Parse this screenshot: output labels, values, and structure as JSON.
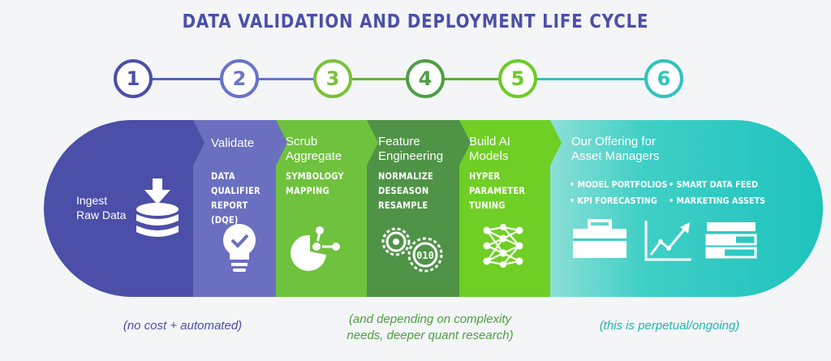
{
  "title": "DATA VALIDATION AND DEPLOYMENT LIFE CYCLE",
  "steps": [
    {
      "number": "1",
      "color": "#4b4fa8"
    },
    {
      "number": "2",
      "color": "#6a73c6"
    },
    {
      "number": "3",
      "color": "#78c23b"
    },
    {
      "number": "4",
      "color": "#4f9d43"
    },
    {
      "number": "5",
      "color": "#6bcc22"
    },
    {
      "number": "6",
      "color": "#2fc3bf"
    }
  ],
  "stages": {
    "ingest": {
      "label_line1": "Ingest",
      "label_line2": "Raw Data",
      "color": "#4b4fa8"
    },
    "validate": {
      "head": "Validate",
      "sub_line1": "DATA QUALIFIER",
      "sub_line2": "REPORT (DQE)",
      "color": "#6a6fc0"
    },
    "scrub": {
      "head_line1": "Scrub",
      "head_line2": "Aggregate",
      "sub_line1": "SYMBOLOGY",
      "sub_line2": "MAPPING",
      "color": "#6fc23d"
    },
    "feature": {
      "head_line1": "Feature",
      "head_line2": "Engineering",
      "sub_line1": "NORMALIZE",
      "sub_line2": "DESEASON",
      "sub_line3": "RESAMPLE",
      "color": "#4f9347"
    },
    "build": {
      "head_line1": "Build AI",
      "head_line2": "Models",
      "sub_line1": "HYPER",
      "sub_line2": "PARAMETER",
      "sub_line3": "TUNING",
      "color": "#6fcf25"
    },
    "offering": {
      "head_line1": "Our Offering for",
      "head_line2": "Asset Managers",
      "items": [
        "• MODEL PORTFOLIOS",
        "• SMART DATA FEED",
        "• KPI FORECASTING",
        "• MARKETING ASSETS"
      ],
      "color_start": "#8fe0d6",
      "color_end": "#1ec3bd"
    }
  },
  "icons": {
    "ingest": "download-database-icon",
    "validate": "lightbulb-check-icon",
    "scrub": "pie-node-icon",
    "feature": "gears-binary-icon",
    "build": "neural-network-icon",
    "offering": [
      "briefcase-icon",
      "growth-chart-icon",
      "data-feed-bars-icon"
    ]
  },
  "notes": {
    "left": "(no cost + automated)",
    "middle_line1": "(and depending on complexity",
    "middle_line2": "needs, deeper quant research)",
    "right": "(this is perpetual/ongoing)",
    "left_color": "#4b4fa8",
    "middle_color": "#4f9d43",
    "right_color": "#20b5b0"
  }
}
